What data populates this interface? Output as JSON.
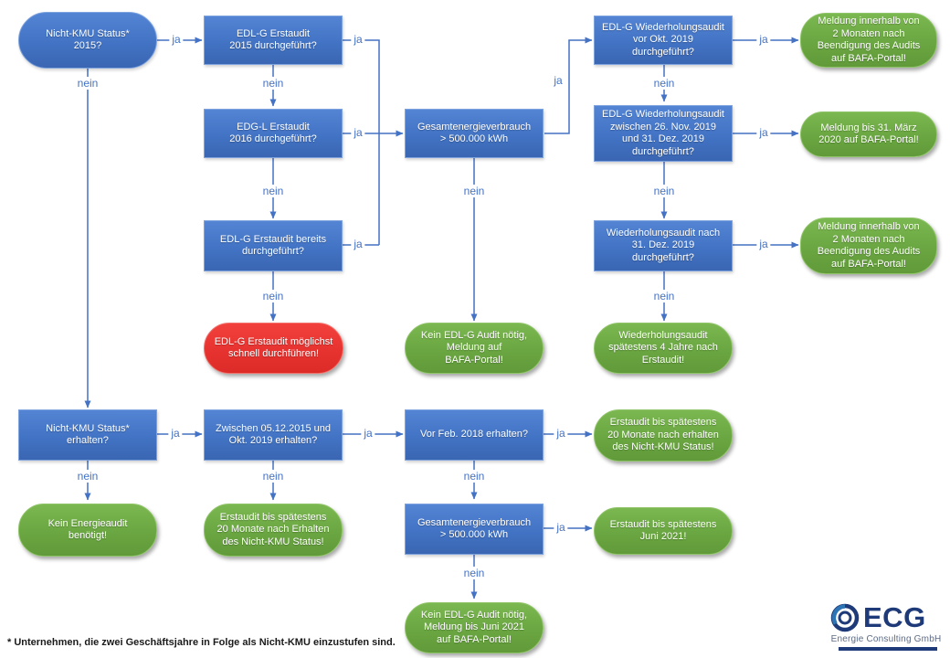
{
  "labels": {
    "ja": "ja",
    "nein": "nein"
  },
  "colors": {
    "node_blue": "#4472C4",
    "node_green": "#70AD47",
    "node_red": "#E73330",
    "connector_blue": "#4472C4",
    "logo_navy": "#1E3A78",
    "logo_gray": "#5C6B85"
  },
  "nodes": {
    "status2015": {
      "text": "Nicht-KMU Status*\n2015?"
    },
    "erst2015": {
      "text": "EDL-G Erstaudit\n2015 durchgeführt?"
    },
    "wiederVorOkt": {
      "text": "EDL-G Wiederholungsaudit\nvor Okt. 2019\ndurchgeführt?"
    },
    "meld2MonateA": {
      "text": "Meldung innerhalb von\n2 Monaten nach\nBeendigung des Audits\nauf BAFA-Portal!"
    },
    "edgl2016": {
      "text": "EDG-L Erstaudit\n2016 durchgeführt?"
    },
    "gesamt1": {
      "text": "Gesamtenergieverbrauch\n> 500.000 kWh"
    },
    "wiederZwischen": {
      "text": "EDL-G Wiederholungsaudit\nzwischen 26. Nov. 2019\nund 31. Dez. 2019\ndurchgeführt?"
    },
    "meldMaerz": {
      "text": "Meldung bis 31. März\n2020 auf BAFA-Portal!"
    },
    "erstBereits": {
      "text": "EDL-G Erstaudit bereits\ndurchgeführt?"
    },
    "wiederNach": {
      "text": "Wiederholungsaudit nach\n31. Dez. 2019\ndurchgeführt?"
    },
    "meld2MonateB": {
      "text": "Meldung innerhalb von\n2 Monaten nach\nBeendigung des Audits\nauf BAFA-Portal!"
    },
    "erstSchnell": {
      "text": "EDL-G Erstaudit möglichst\nschnell durchführen!"
    },
    "keinMeldAuf": {
      "text": "Kein EDL-G Audit nötig,\nMeldung auf\nBAFA-Portal!"
    },
    "wieder4Jahre": {
      "text": "Wiederholungsaudit\nspätestens 4 Jahre nach\nErstaudit!"
    },
    "statusErhalten": {
      "text": "Nicht-KMU Status*\nerhalten?"
    },
    "zwischen0512": {
      "text": "Zwischen 05.12.2015 und\nOkt. 2019 erhalten?"
    },
    "vorFeb2018": {
      "text": "Vor Feb. 2018 erhalten?"
    },
    "erst20MonateA": {
      "text": "Erstaudit bis spätestens\n20 Monate nach erhalten\ndes Nicht-KMU Status!"
    },
    "keinEnergieaudit": {
      "text": "Kein Energieaudit\nbenötigt!"
    },
    "erst20MonateB": {
      "text": "Erstaudit bis spätestens\n20 Monate nach Erhalten\ndes Nicht-KMU Status!"
    },
    "gesamt2": {
      "text": "Gesamtenergieverbrauch\n> 500.000 kWh"
    },
    "erstJuni2021": {
      "text": "Erstaudit bis spätestens\nJuni 2021!"
    },
    "keinJuni2021": {
      "text": "Kein EDL-G Audit nötig,\nMeldung bis Juni 2021\nauf BAFA-Portal!"
    }
  },
  "footnote": "* Unternehmen, die zwei Geschäftsjahre in Folge als Nicht-KMU einzustufen sind.",
  "logo": {
    "name": "ECG",
    "subtitle": "Energie Consulting GmbH"
  }
}
